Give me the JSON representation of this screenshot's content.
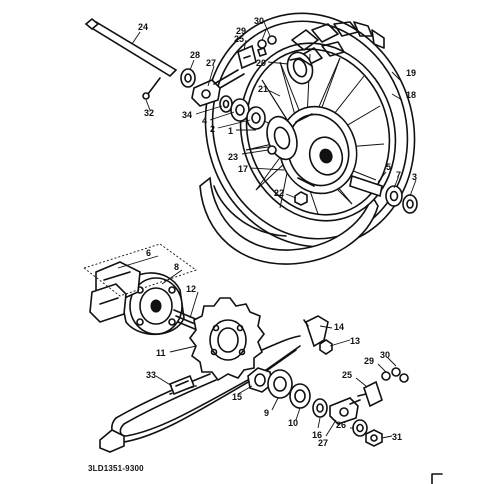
{
  "callouts": [
    "1",
    "2",
    "3",
    "4",
    "5",
    "6",
    "7",
    "8",
    "9",
    "10",
    "11",
    "12",
    "13",
    "14",
    "15",
    "16",
    "17",
    "18",
    "19",
    "20",
    "21",
    "22",
    "23",
    "24",
    "25",
    "26",
    "27",
    "28",
    "29",
    "30",
    "31",
    "32",
    "33",
    "34"
  ],
  "diagram_code": "3LD1351-9300"
}
